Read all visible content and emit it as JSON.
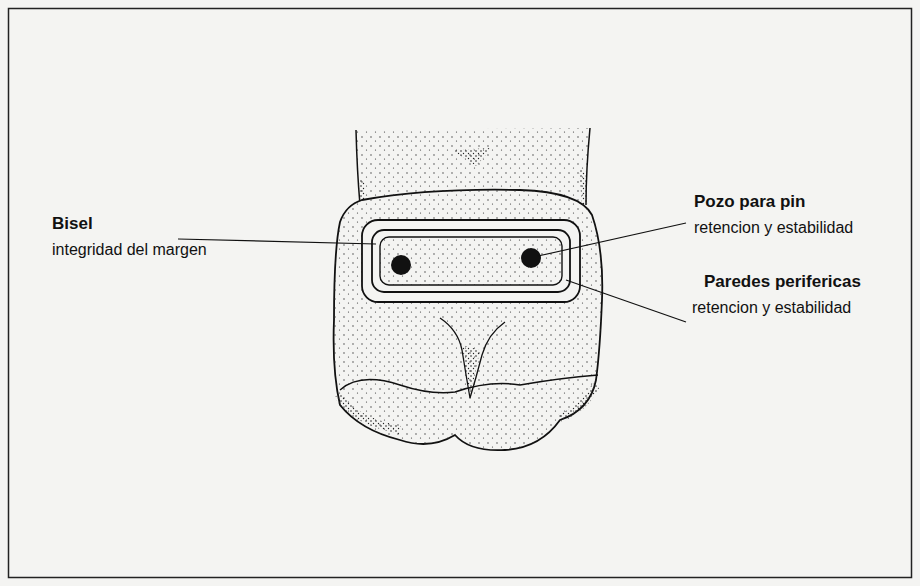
{
  "diagram": {
    "labels": [
      "Bisel",
      "integridad del margen",
      "Pozo para pin",
      "retencion y estabilidad",
      "Paredes perifericas",
      "retencion y estabilidad"
    ]
  }
}
